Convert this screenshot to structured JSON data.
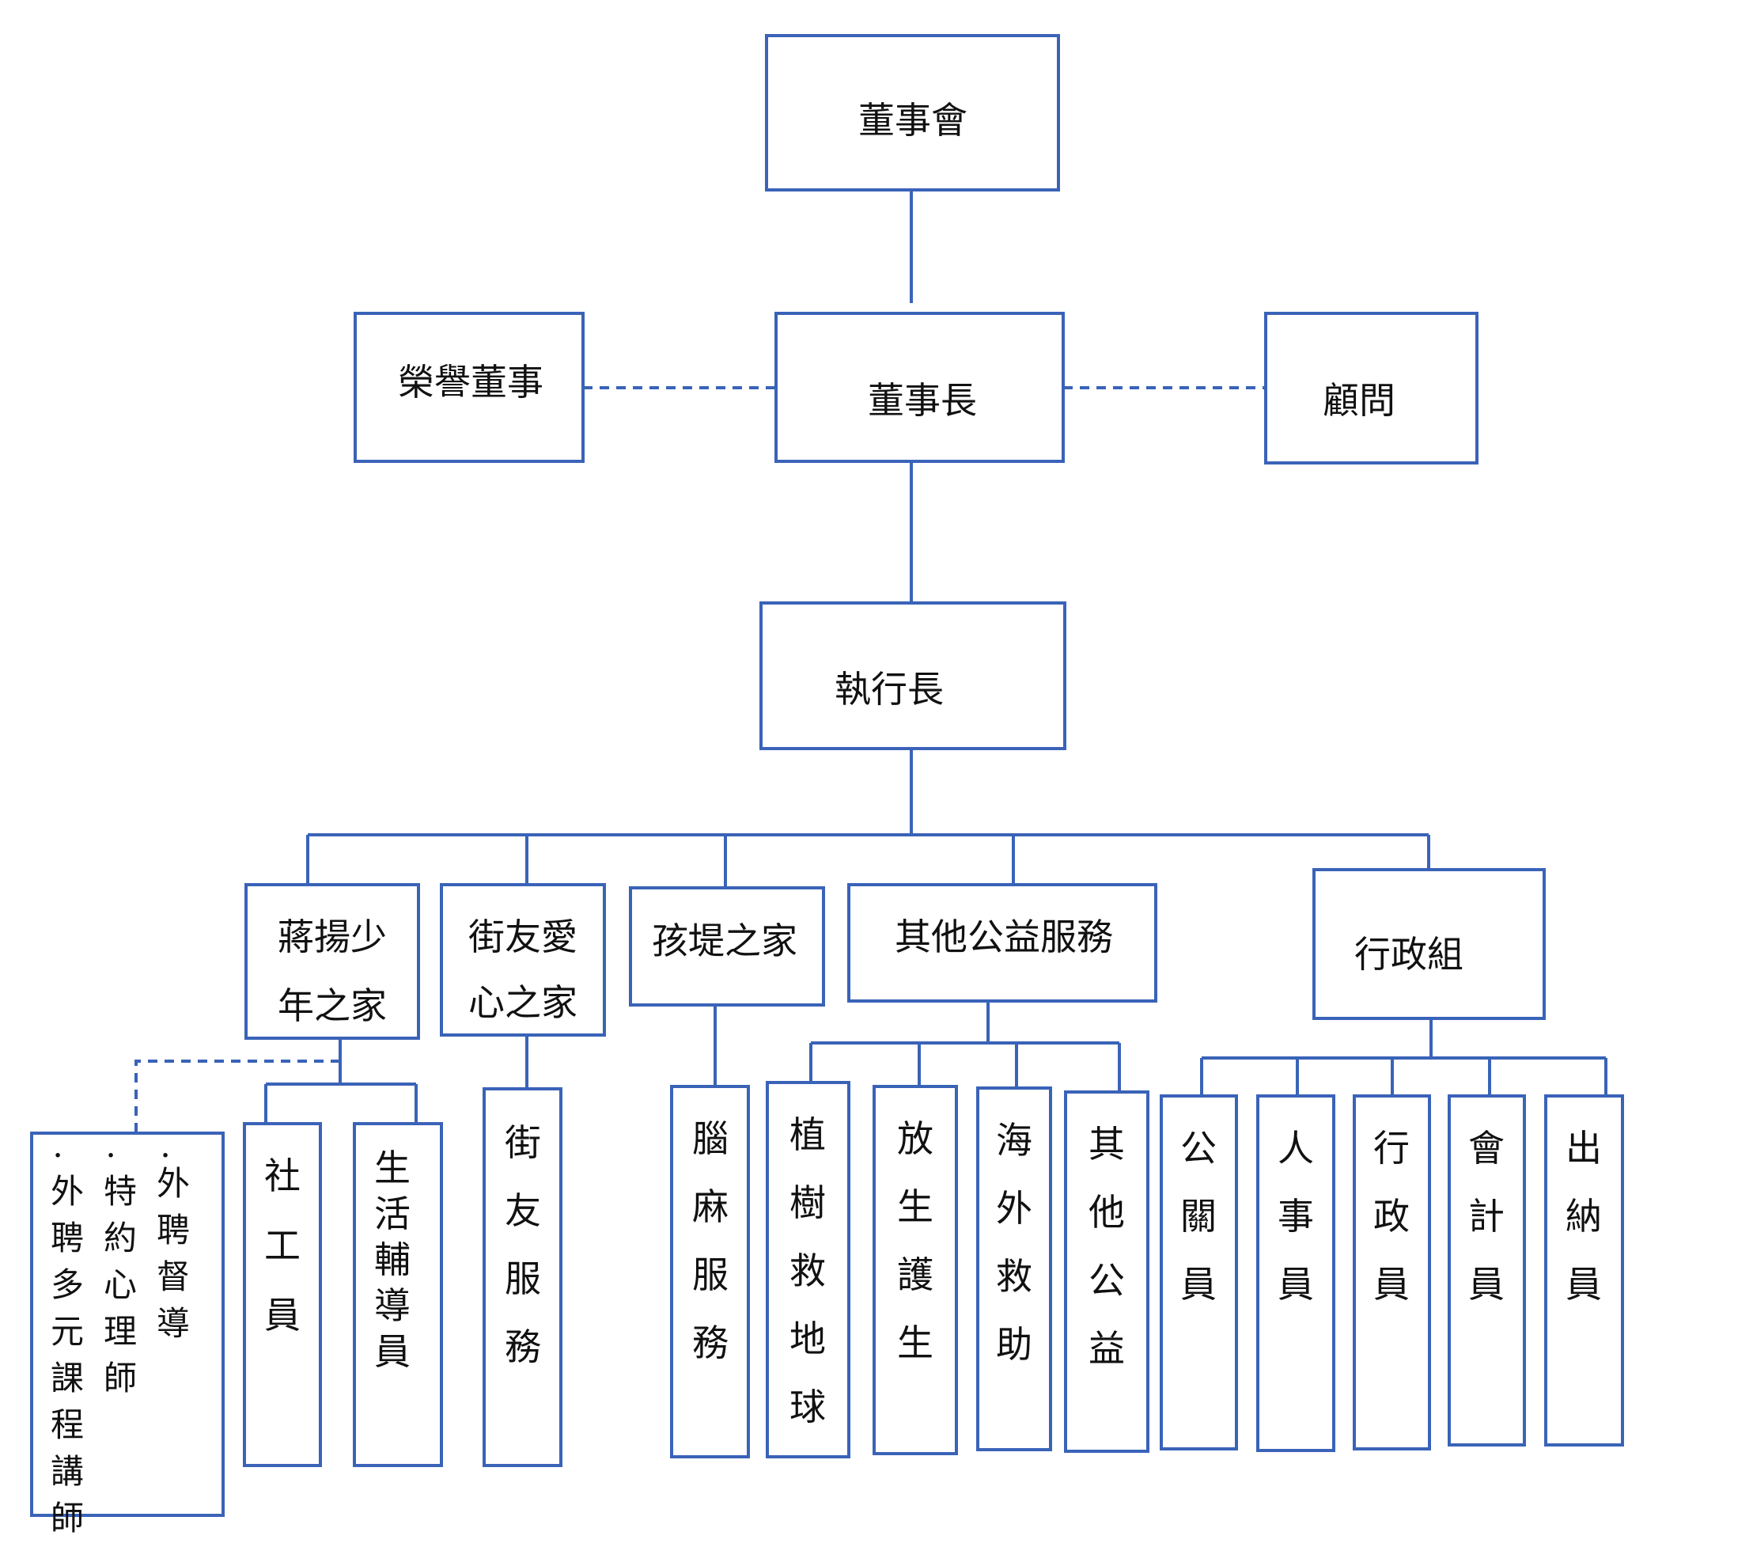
{
  "nodes": {
    "board": "董事會",
    "honorary": "榮譽董事",
    "chairman": "董事長",
    "advisor": "顧問",
    "ceo": "執行長",
    "jiang_line1": "蔣揚少",
    "jiang_line2": "年之家",
    "street_line1": "街友愛",
    "street_line2": "心之家",
    "haiti": "孩堤之家",
    "other_services": "其他公益服務",
    "admin": "行政組",
    "external_col1": "外聘多元課程講師",
    "external_col2": "特約心理師",
    "external_col3": "外聘督導",
    "social_worker": "社工員",
    "life_counselor": "生活輔導員",
    "street_service": "街友服務",
    "cp_service": "腦麻服務",
    "tree_planting": "植樹救地球",
    "release_life": "放生護生",
    "overseas_aid": "海外救助",
    "other_public": "其他公益",
    "pr_officer": "公關員",
    "hr_officer": "人事員",
    "admin_officer": "行政員",
    "accountant": "會計員",
    "cashier": "出納員"
  },
  "colors": {
    "line": "#3a63b8",
    "text": "#111111",
    "background": "#ffffff"
  }
}
